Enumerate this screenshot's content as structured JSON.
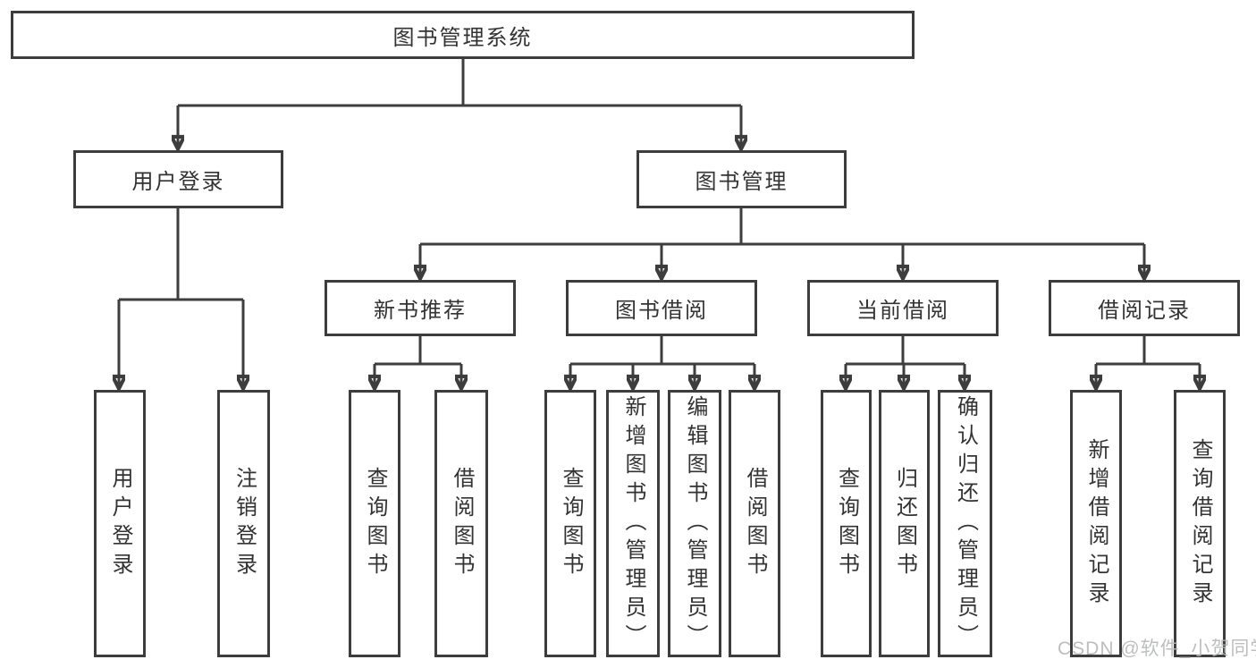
{
  "nodes": {
    "root": "图书管理系统",
    "userLogin": "用户登录",
    "bookMgmt": "图书管理",
    "newBookRec": "新书推荐",
    "bookBorrow": "图书借阅",
    "currentBorrow": "当前借阅",
    "borrowRecords": "借阅记录",
    "leafUserLogin": "用户登录",
    "leafLogout": "注销登录",
    "leafNbQuery": "查询图书",
    "leafNbBorrow": "借阅图书",
    "leafBbQuery": "查询图书",
    "leafBbAdd": "新增图书（管理员）",
    "leafBbEdit": "编辑图书（管理员）",
    "leafBbBorrow": "借阅图书",
    "leafCbQuery": "查询图书",
    "leafCbReturn": "归还图书",
    "leafCbConfirm": "确认归还（管理员）",
    "leafBrAdd": "新增借阅记录",
    "leafBrQuery": "查询借阅记录"
  },
  "watermark": "CSDN @软件_小贺同学",
  "colors": {
    "line": "#3d3d3d",
    "text": "#333333",
    "watermark": "#b5b7ba",
    "background": "#ffffff"
  }
}
